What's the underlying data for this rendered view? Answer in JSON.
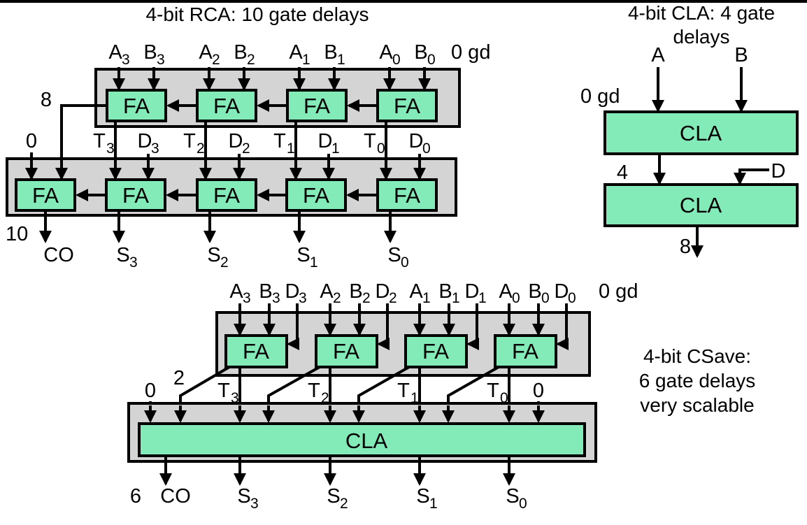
{
  "colors": {
    "input_a": "#EBB84C",
    "input_b": "#63B1E5",
    "signal_d": "#A9D16A",
    "delay_red": "#E63A2F",
    "block_fill": "#82EBB8",
    "container_fill": "#D4D4D4",
    "wire": "#000000"
  },
  "rca": {
    "title": "4-bit RCA: 10 gate delays",
    "fa_label": "FA",
    "start_delay": "0 gd",
    "row1_carry_delay": "8",
    "carry_in": "0",
    "total_delay": "10",
    "inputs": [
      {
        "n": "A",
        "b": "3"
      },
      {
        "n": "B",
        "b": "3"
      },
      {
        "n": "A",
        "b": "2"
      },
      {
        "n": "B",
        "b": "2"
      },
      {
        "n": "A",
        "b": "1"
      },
      {
        "n": "B",
        "b": "1"
      },
      {
        "n": "A",
        "b": "0"
      },
      {
        "n": "B",
        "b": "0"
      }
    ],
    "mids": [
      {
        "n": "T",
        "b": "3"
      },
      {
        "n": "D",
        "b": "3"
      },
      {
        "n": "T",
        "b": "2"
      },
      {
        "n": "D",
        "b": "2"
      },
      {
        "n": "T",
        "b": "1"
      },
      {
        "n": "D",
        "b": "1"
      },
      {
        "n": "T",
        "b": "0"
      },
      {
        "n": "D",
        "b": "0"
      }
    ],
    "carry_out": "CO",
    "sums": [
      {
        "n": "S",
        "b": "3"
      },
      {
        "n": "S",
        "b": "2"
      },
      {
        "n": "S",
        "b": "1"
      },
      {
        "n": "S",
        "b": "0"
      }
    ]
  },
  "cla": {
    "title_line1": "4-bit CLA: 4 gate",
    "title_line2": "delays",
    "input_a": "A",
    "input_b": "B",
    "start_delay": "0 gd",
    "mid_delay": "4",
    "input_d": "D",
    "total_delay": "8",
    "block_label": "CLA"
  },
  "csave": {
    "caption_line1": "4-bit CSave:",
    "caption_line2": "6 gate delays",
    "caption_line3": "very scalable",
    "fa_label": "FA",
    "cla_label": "CLA",
    "start_delay": "0 gd",
    "carry_delay": "2",
    "zero_left": "0",
    "zero_right": "0",
    "total_delay": "6",
    "inputs": [
      {
        "n": "A",
        "b": "3"
      },
      {
        "n": "B",
        "b": "3"
      },
      {
        "n": "D",
        "b": "3"
      },
      {
        "n": "A",
        "b": "2"
      },
      {
        "n": "B",
        "b": "2"
      },
      {
        "n": "D",
        "b": "2"
      },
      {
        "n": "A",
        "b": "1"
      },
      {
        "n": "B",
        "b": "1"
      },
      {
        "n": "D",
        "b": "1"
      },
      {
        "n": "A",
        "b": "0"
      },
      {
        "n": "B",
        "b": "0"
      },
      {
        "n": "D",
        "b": "0"
      }
    ],
    "mids": [
      {
        "n": "T",
        "b": "3"
      },
      {
        "n": "T",
        "b": "2"
      },
      {
        "n": "T",
        "b": "1"
      },
      {
        "n": "T",
        "b": "0"
      }
    ],
    "carry_out": "CO",
    "sums": [
      {
        "n": "S",
        "b": "3"
      },
      {
        "n": "S",
        "b": "2"
      },
      {
        "n": "S",
        "b": "1"
      },
      {
        "n": "S",
        "b": "0"
      }
    ]
  }
}
